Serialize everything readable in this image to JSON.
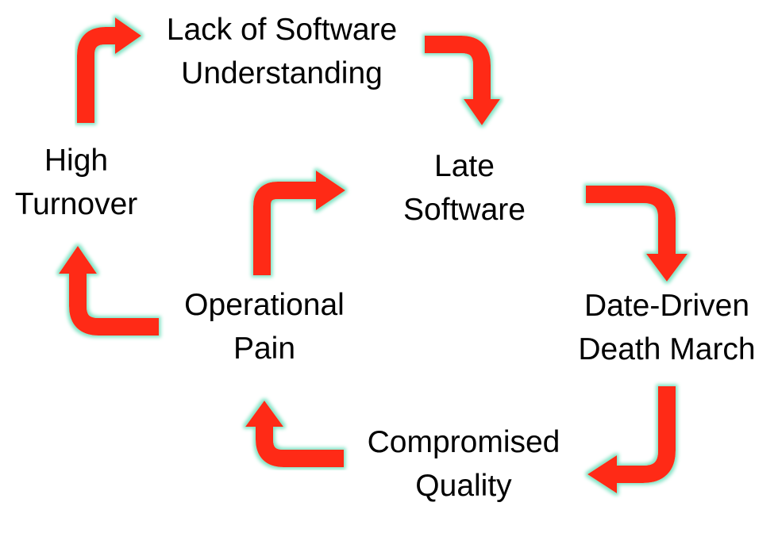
{
  "colors": {
    "arrow_fill": "#ff2a12",
    "arrow_glow": "#7fe3c4",
    "text": "#000000",
    "background": "#ffffff"
  },
  "nodes": {
    "lack_of_understanding": {
      "line1": "Lack of Software",
      "line2": "Understanding"
    },
    "late_software": {
      "line1": "Late",
      "line2": "Software"
    },
    "date_driven": {
      "line1": "Date-Driven",
      "line2": "Death March"
    },
    "compromised_quality": {
      "line1": "Compromised",
      "line2": "Quality"
    },
    "operational_pain": {
      "line1": "Operational",
      "line2": "Pain"
    },
    "high_turnover": {
      "line1": "High",
      "line2": "Turnover"
    }
  },
  "arrows": [
    {
      "from": "high_turnover",
      "to": "lack_of_understanding"
    },
    {
      "from": "lack_of_understanding",
      "to": "late_software"
    },
    {
      "from": "late_software",
      "to": "date_driven"
    },
    {
      "from": "date_driven",
      "to": "compromised_quality"
    },
    {
      "from": "compromised_quality",
      "to": "operational_pain"
    },
    {
      "from": "operational_pain",
      "to": "late_software"
    },
    {
      "from": "operational_pain",
      "to": "high_turnover"
    }
  ]
}
